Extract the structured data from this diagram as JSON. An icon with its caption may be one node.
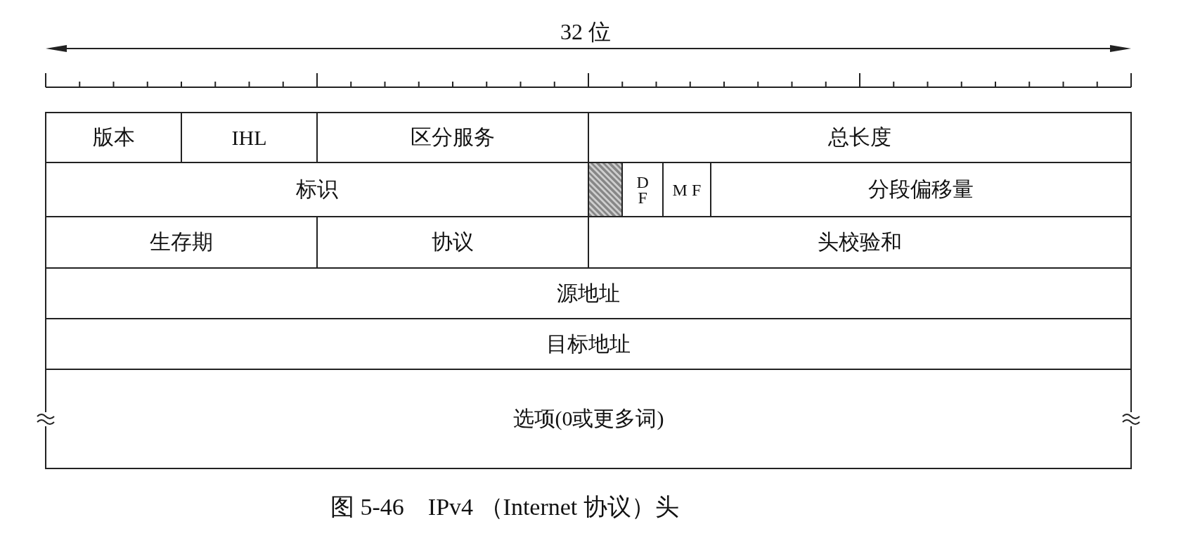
{
  "diagram": {
    "caption": "图 5-46　IPv4 （Internet 协议）头",
    "nodes": [
      {
        "text": [
          "版本"
        ]
      },
      {
        "text": [
          "IHL"
        ]
      },
      {
        "text": [
          "区分服务"
        ]
      },
      {
        "text": [
          "总长度"
        ]
      },
      {
        "text": [
          "标识"
        ]
      },
      {
        "text": [],
        "shape": "box"
      },
      {
        "text": [
          "D F"
        ]
      },
      {
        "text": [
          "M F"
        ]
      },
      {
        "text": [
          "分段偏移量"
        ]
      },
      {
        "text": [
          "生存期"
        ]
      },
      {
        "text": [
          "协议"
        ]
      },
      {
        "text": [
          "头校验和"
        ]
      },
      {
        "text": [
          "源地址"
        ]
      },
      {
        "text": [
          "目标地址"
        ]
      },
      {
        "text": [
          "选项(0或更多词)"
        ]
      }
    ],
    "labels": [
      "32 位"
    ]
  }
}
